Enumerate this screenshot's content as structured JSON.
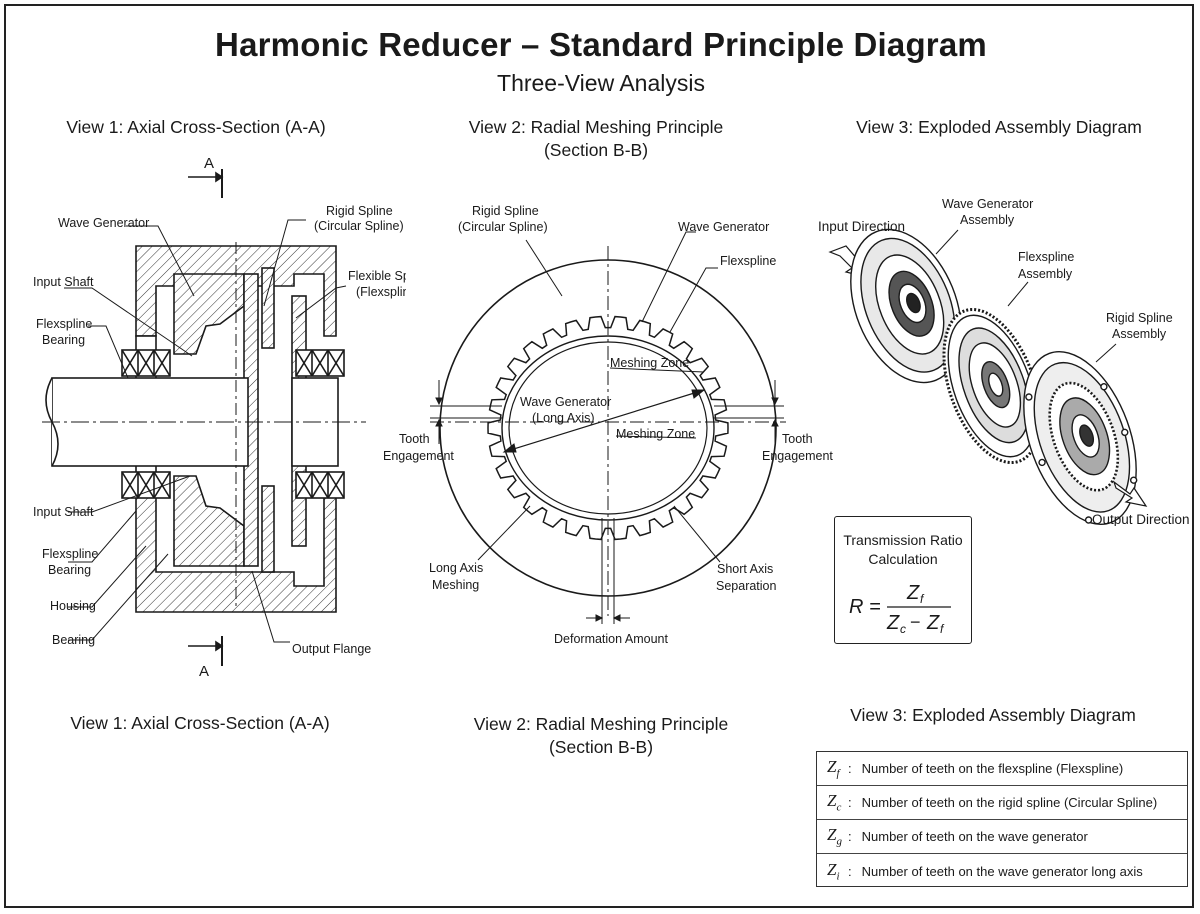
{
  "header": {
    "title": "Harmonic Reducer – Standard Principle Diagram",
    "subtitle": "Three-View Analysis"
  },
  "view1": {
    "heading": "View 1:  Axial Cross-Section (A-A)",
    "footer": "View 1:  Axial Cross-Section (A-A)",
    "section_marker": "A",
    "labels": {
      "wave_generator": "Wave Generator",
      "rigid_spline_1": "Rigid Spline",
      "rigid_spline_2": "(Circular Spline)",
      "flexible_spline_1": "Flexible Spline",
      "flexible_spline_2": "(Flexspline)",
      "input_shaft_top": "Input Shaft",
      "flexspline_bearing_top_1": "Flexspline",
      "flexspline_bearing_top_2": "Bearing",
      "input_shaft_bottom": "Input Shaft",
      "flexspline_bearing_bottom_1": "Flexspline",
      "flexspline_bearing_bottom_2": "Bearing",
      "housing": "Housing",
      "bearing": "Bearing",
      "output_flange": "Output Flange"
    }
  },
  "view2": {
    "heading_1": "View 2:  Radial Meshing Principle",
    "heading_2": "(Section B-B)",
    "footer_1": "View 2:  Radial Meshing Principle",
    "footer_2": "(Section B-B)",
    "labels": {
      "rigid_spline_1": "Rigid Spline",
      "rigid_spline_2": "(Circular Spline)",
      "wave_generator": "Wave Generator",
      "flexspline": "Flexspline",
      "meshing_zone_top": "Meshing Zone",
      "meshing_zone_bottom": "Meshing Zone",
      "wave_generator_long_1": "Wave Generator",
      "wave_generator_long_2": "(Long Axis)",
      "tooth_left_1": "Tooth",
      "tooth_left_2": "Engagement",
      "tooth_right_1": "Tooth",
      "tooth_right_2": "Engagement",
      "long_axis_1": "Long Axis",
      "long_axis_2": "Meshing",
      "short_axis_1": "Short Axis",
      "short_axis_2": "Separation",
      "deformation": "Deformation Amount"
    }
  },
  "view3": {
    "heading": "View 3:  Exploded Assembly Diagram",
    "footer": "View 3:  Exploded Assembly Diagram",
    "labels": {
      "input_direction": "Input Direction",
      "wave_generator_1": "Wave Generator",
      "wave_generator_2": "Assembly",
      "flexspline_1": "Flexspline",
      "flexspline_2": "Assembly",
      "rigid_spline_1": "Rigid Spline",
      "rigid_spline_2": "Assembly",
      "output_direction": "Output Direction"
    },
    "ratio_box": {
      "title_1": "Transmission Ratio",
      "title_2": "Calculation",
      "lhs": "R =",
      "numerator": "Z",
      "numerator_sub": "f",
      "denominator_a": "Z",
      "denominator_a_sub": "c",
      "denominator_op": "−",
      "denominator_b": "Z",
      "denominator_b_sub": "f"
    }
  },
  "legend": [
    {
      "symbol": "Z",
      "sub": "f",
      "text": "Number of teeth on the flexspline (Flexspline)"
    },
    {
      "symbol": "Z",
      "sub": "c",
      "text": "Number of teeth on the rigid spline (Circular Spline)"
    },
    {
      "symbol": "Z",
      "sub": "g",
      "text": "Number of teeth on the wave generator"
    },
    {
      "symbol": "Z",
      "sub": "i",
      "text": "Number of teeth on the wave generator long axis"
    }
  ]
}
